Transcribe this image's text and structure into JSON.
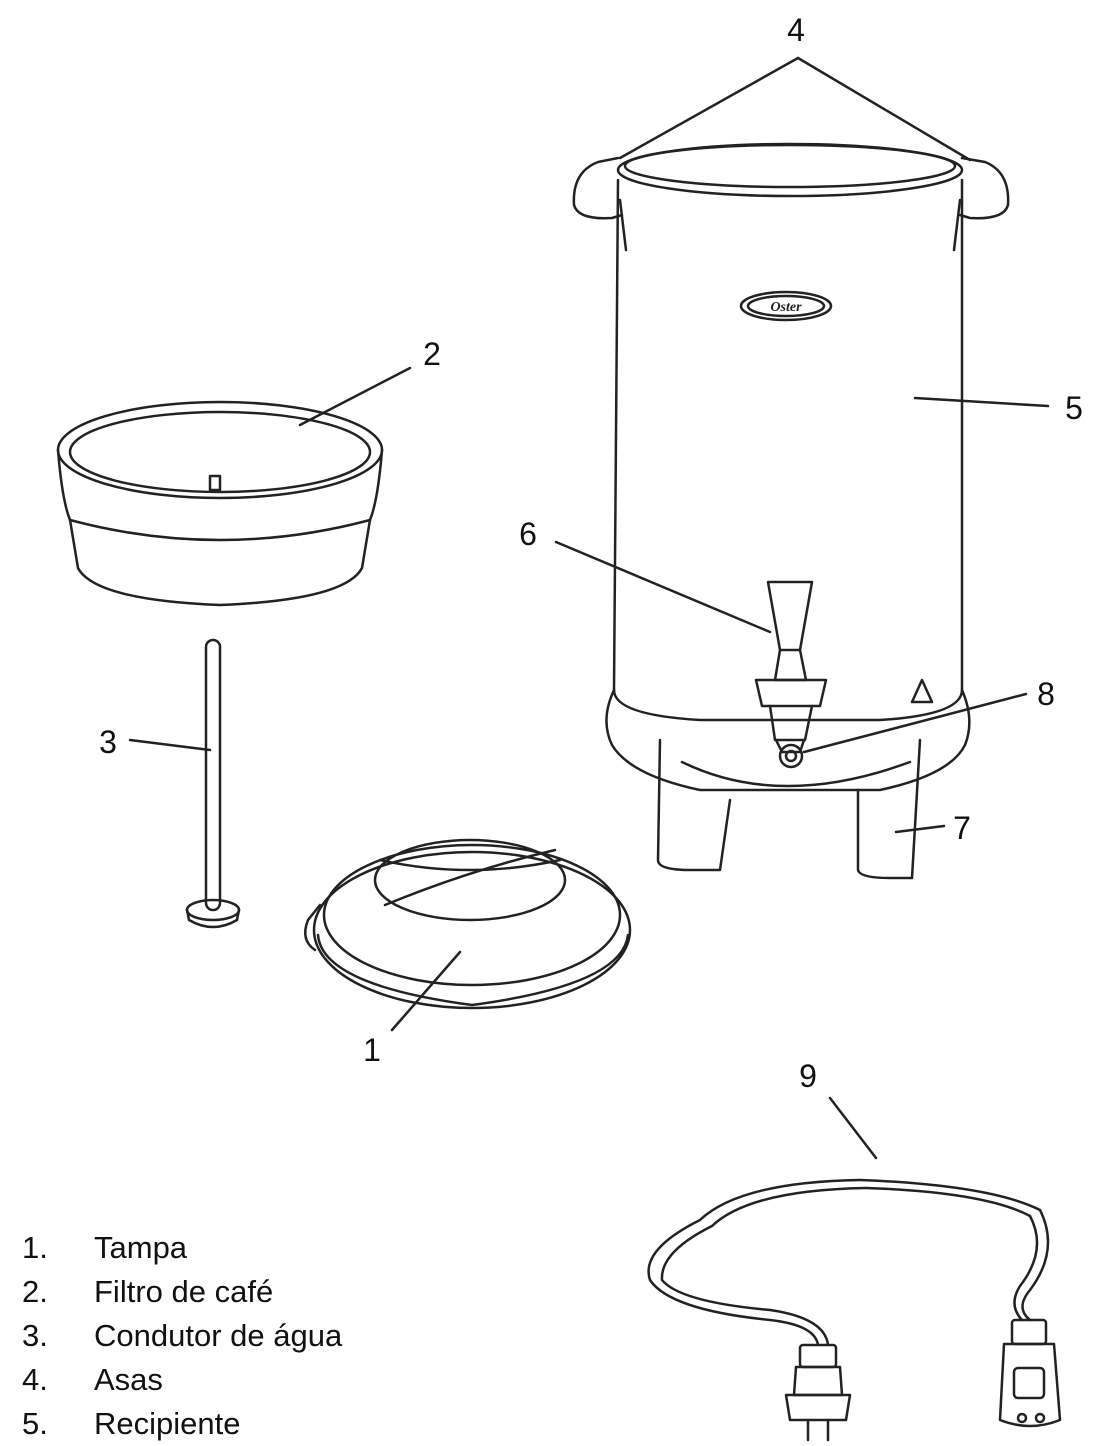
{
  "brand": {
    "logo_text": "Oster"
  },
  "callouts": {
    "c1": "1",
    "c2": "2",
    "c3": "3",
    "c4": "4",
    "c5": "5",
    "c6": "6",
    "c7": "7",
    "c8": "8",
    "c9": "9"
  },
  "parts_list": [
    {
      "num": "1.",
      "label": "Tampa"
    },
    {
      "num": "2.",
      "label": "Filtro de café"
    },
    {
      "num": "3.",
      "label": "Condutor de água"
    },
    {
      "num": "4.",
      "label": "Asas"
    },
    {
      "num": "5.",
      "label": "Recipiente"
    }
  ],
  "colors": {
    "stroke": "#222222",
    "background": "#ffffff"
  }
}
